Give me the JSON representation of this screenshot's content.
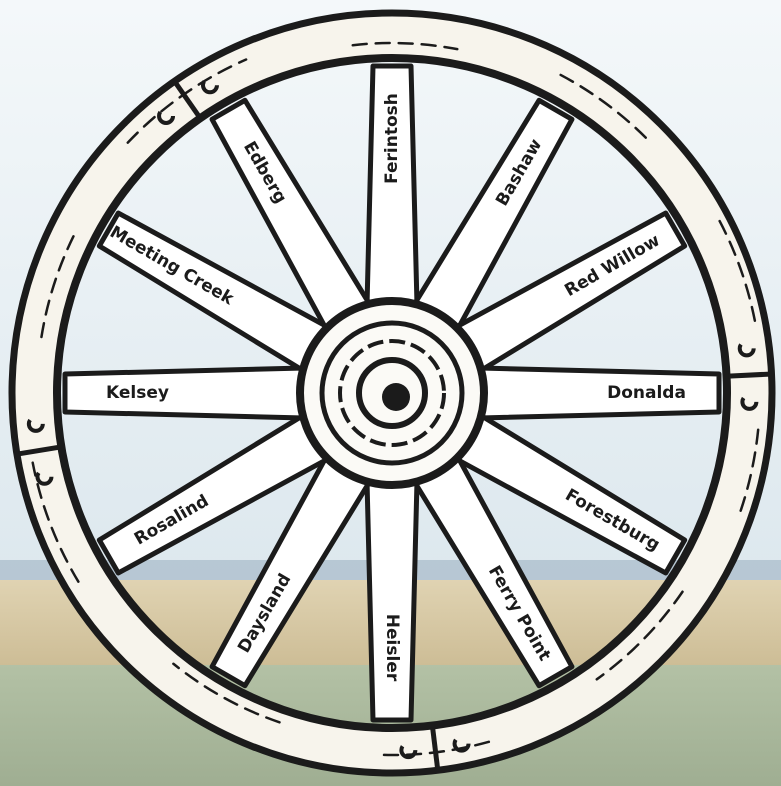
{
  "wheel": {
    "spokes": [
      {
        "label": "Ferintosh"
      },
      {
        "label": "Bashaw"
      },
      {
        "label": "Red Willow"
      },
      {
        "label": "Donalda"
      },
      {
        "label": "Forestburg"
      },
      {
        "label": "Ferry Point"
      },
      {
        "label": "Heisler"
      },
      {
        "label": "Daysland"
      },
      {
        "label": "Rosalind"
      },
      {
        "label": "Kelsey"
      },
      {
        "label": "Meeting Creek"
      },
      {
        "label": "Edberg"
      }
    ]
  },
  "colors": {
    "sky_top": "#f4f8fa",
    "sky_bottom": "#dde8ee",
    "horizon": "#a9bccb",
    "field": "#d6c7a3",
    "grass": "#a7b79a",
    "ink": "#1b1b1b",
    "spoke_fill": "#ffffff"
  }
}
